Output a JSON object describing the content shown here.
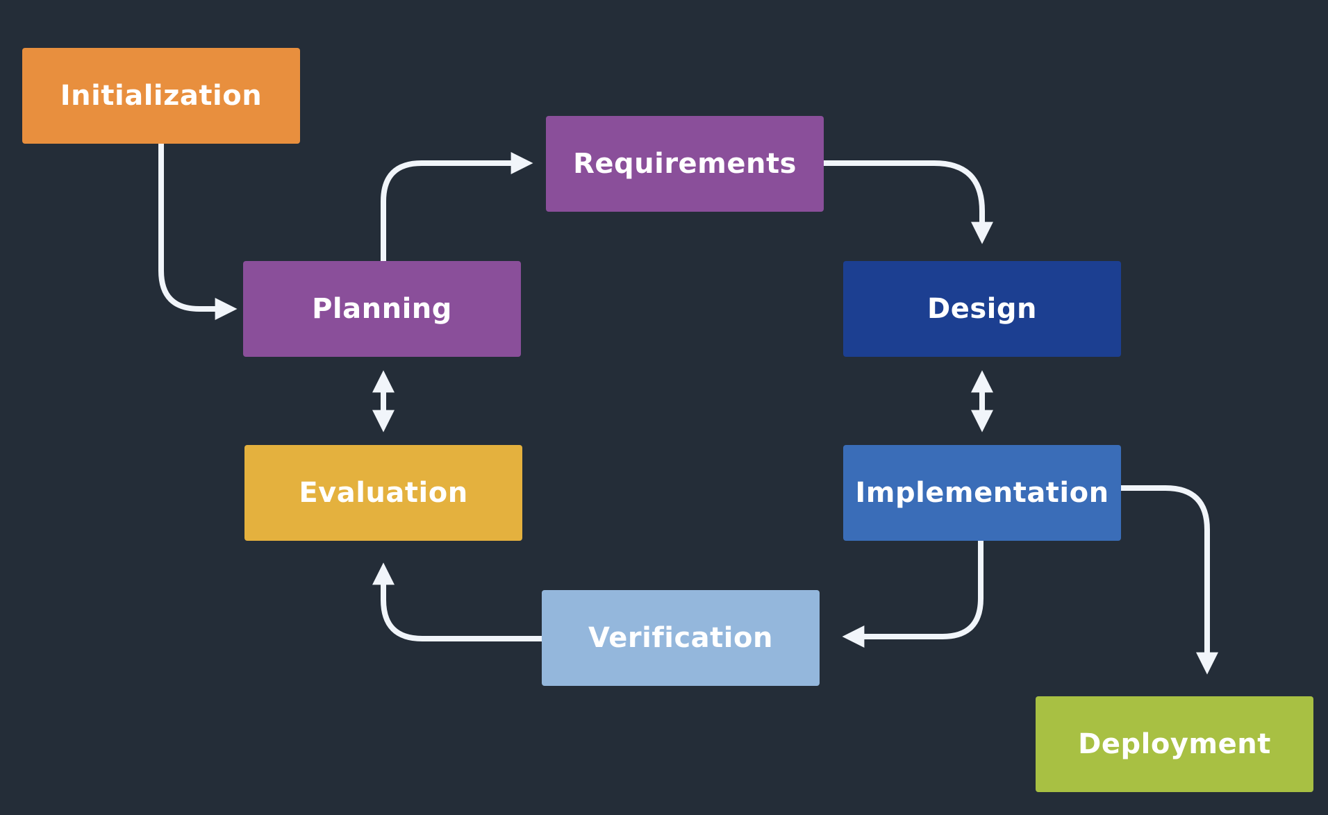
{
  "diagram": {
    "background": "#242d38",
    "connector_color": "#f1f5fa",
    "nodes": [
      {
        "id": "initialization",
        "label": "Initialization",
        "color": "#e88f3e"
      },
      {
        "id": "requirements",
        "label": "Requirements",
        "color": "#8a4f9a"
      },
      {
        "id": "planning",
        "label": "Planning",
        "color": "#8a4f9a"
      },
      {
        "id": "design",
        "label": "Design",
        "color": "#1c3f91"
      },
      {
        "id": "evaluation",
        "label": "Evaluation",
        "color": "#e4b13e"
      },
      {
        "id": "implementation",
        "label": "Implementation",
        "color": "#3a6db8"
      },
      {
        "id": "verification",
        "label": "Verification",
        "color": "#94b7dc"
      },
      {
        "id": "deployment",
        "label": "Deployment",
        "color": "#a8c043"
      }
    ],
    "edges": [
      {
        "from": "initialization",
        "to": "planning",
        "direction": "forward"
      },
      {
        "from": "planning",
        "to": "requirements",
        "direction": "forward"
      },
      {
        "from": "requirements",
        "to": "design",
        "direction": "forward"
      },
      {
        "from": "design",
        "to": "implementation",
        "direction": "both"
      },
      {
        "from": "implementation",
        "to": "verification",
        "direction": "forward"
      },
      {
        "from": "verification",
        "to": "evaluation",
        "direction": "forward"
      },
      {
        "from": "planning",
        "to": "evaluation",
        "direction": "both"
      },
      {
        "from": "implementation",
        "to": "deployment",
        "direction": "forward"
      }
    ]
  }
}
